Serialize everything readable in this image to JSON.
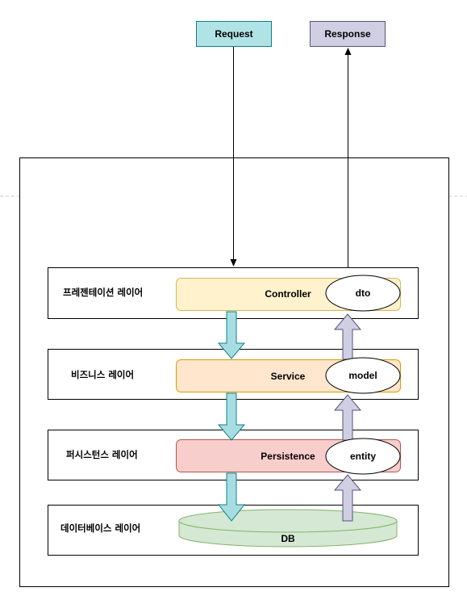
{
  "request": {
    "label": "Request",
    "fill": "#b0e3e6",
    "stroke": "#0e8088"
  },
  "response": {
    "label": "Response",
    "fill": "#d0cee2",
    "stroke": "#56517e"
  },
  "layers": [
    {
      "label": "프레젠테이션 레이어",
      "component": "Controller",
      "model": "dto",
      "fill": "#fff2cc",
      "stroke": "#d6b656"
    },
    {
      "label": "비즈니스 레이어",
      "component": "Service",
      "model": "model",
      "fill": "#ffe6cc",
      "stroke": "#d79b00"
    },
    {
      "label": "퍼시스턴스 레이어",
      "component": "Persistence",
      "model": "entity",
      "fill": "#f8cecc",
      "stroke": "#b85450"
    },
    {
      "label": "데이터베이스 레이어",
      "component": "DB",
      "fill": "#d5e8d4",
      "stroke": "#82b366"
    }
  ],
  "arrows": {
    "down_fill": "#a7dde2",
    "down_stroke": "#0e8088",
    "up_fill": "#d0cee2",
    "up_stroke": "#56517e"
  }
}
